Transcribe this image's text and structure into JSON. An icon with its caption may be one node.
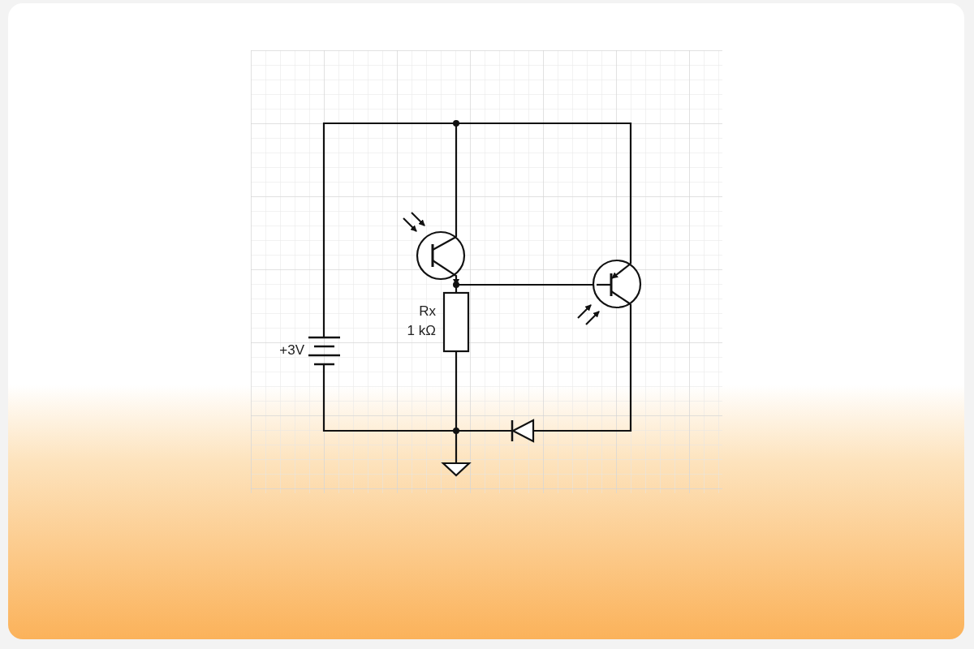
{
  "diagram": {
    "labels": [
      "+3V",
      "Rx",
      "1 kΩ"
    ]
  }
}
